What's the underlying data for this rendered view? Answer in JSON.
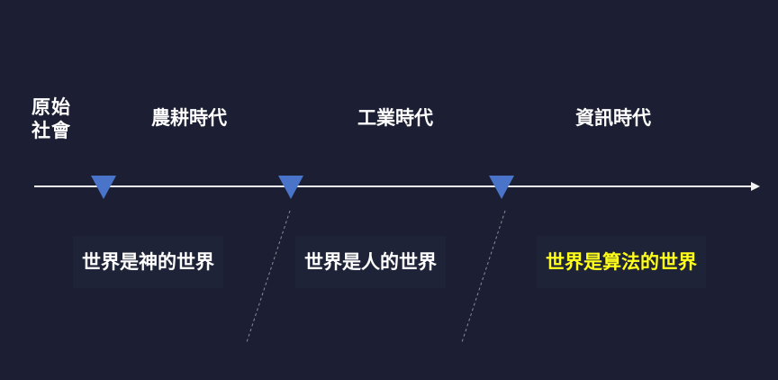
{
  "eras": [
    {
      "label": "原始社會"
    },
    {
      "label": "農耕時代"
    },
    {
      "label": "工業時代"
    },
    {
      "label": "資訊時代"
    }
  ],
  "captions": [
    {
      "text": "世界是神的世界"
    },
    {
      "text": "世界是人的世界"
    },
    {
      "text": "世界是算法的世界",
      "color": "#ffff1a"
    }
  ],
  "colors": {
    "background": "#1c1f33",
    "marker": "#4a74c9",
    "axis": "#f2f2f2",
    "highlight": "#ffff1a"
  }
}
